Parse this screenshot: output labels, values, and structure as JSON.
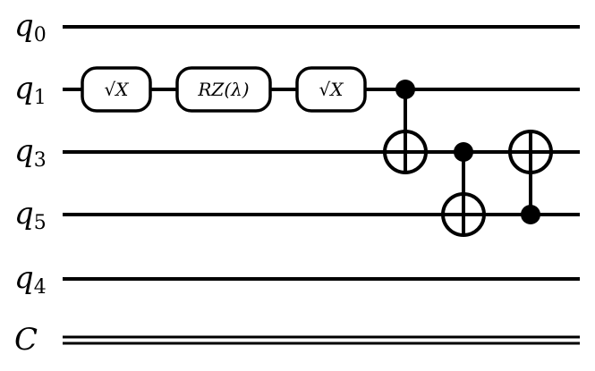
{
  "circuit": {
    "wires": [
      {
        "letter": "q",
        "index": "0",
        "kind": "quantum"
      },
      {
        "letter": "q",
        "index": "1",
        "kind": "quantum"
      },
      {
        "letter": "q",
        "index": "3",
        "kind": "quantum"
      },
      {
        "letter": "q",
        "index": "5",
        "kind": "quantum"
      },
      {
        "letter": "q",
        "index": "4",
        "kind": "quantum"
      },
      {
        "letter": "C",
        "index": "",
        "kind": "classical"
      }
    ],
    "gates": [
      {
        "label": "√X",
        "wire": 1,
        "step": 0
      },
      {
        "label": "RZ(λ)",
        "wire": 1,
        "step": 1
      },
      {
        "label": "√X",
        "wire": 1,
        "step": 2
      }
    ],
    "controlled_x": [
      {
        "control": 1,
        "target": 2,
        "step": 3
      },
      {
        "control": 2,
        "target": 3,
        "step": 4
      },
      {
        "control": 3,
        "target": 2,
        "step": 5
      }
    ],
    "color": "#000000"
  }
}
